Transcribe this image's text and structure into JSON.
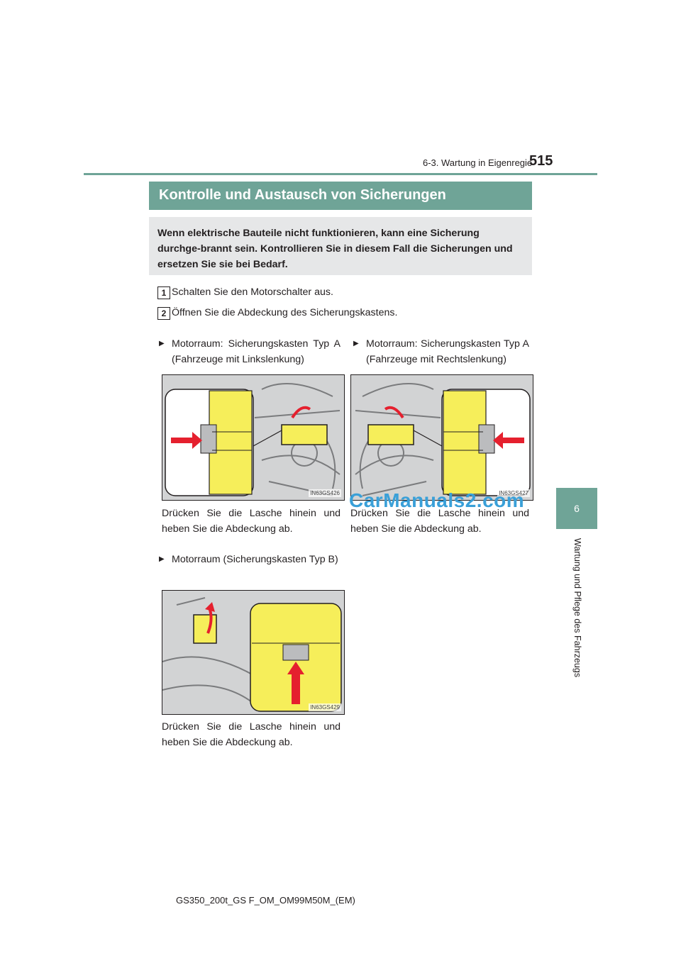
{
  "header": {
    "section": "6-3. Wartung in Eigenregie",
    "page_number": "515"
  },
  "side_tab": {
    "number": "6",
    "label": "Wartung und Pflege des Fahrzeugs"
  },
  "title": "Kontrolle und Austausch von Sicherungen",
  "intro": "Wenn elektrische Bauteile nicht funktionieren, kann eine Sicherung durchge-brannt sein. Kontrollieren Sie in diesem Fall die Sicherungen und ersetzen Sie sie bei Bedarf.",
  "steps": [
    {
      "num": "1",
      "text": "Schalten Sie den Motorschalter aus."
    },
    {
      "num": "2",
      "text": "Öffnen Sie die Abdeckung des Sicherungskastens."
    }
  ],
  "figures": [
    {
      "bullet": "Motorraum: Sicherungskasten Typ A (Fahrzeuge mit Linkslenkung)",
      "code": "IN63GS426",
      "caption": "Drücken Sie die Lasche hinein und heben Sie die Abdeckung ab."
    },
    {
      "bullet": "Motorraum: Sicherungskasten Typ A (Fahrzeuge mit Rechtslenkung)",
      "code": "IN63GS427",
      "caption": "Drücken Sie die Lasche hinein und heben Sie die Abdeckung ab."
    },
    {
      "bullet": "Motorraum (Sicherungskasten Typ B)",
      "code": "IN63GS429",
      "caption": "Drücken Sie die Lasche hinein und heben Sie die Abdeckung ab."
    }
  ],
  "footer": "GS350_200t_GS F_OM_OM99M50M_(EM)",
  "watermark": "CarManuals2.com",
  "colors": {
    "accent": "#6fa497",
    "intro_bg": "#e6e7e8",
    "arrow_red": "#e5202e",
    "fuse_yellow": "#f6ee5a"
  }
}
